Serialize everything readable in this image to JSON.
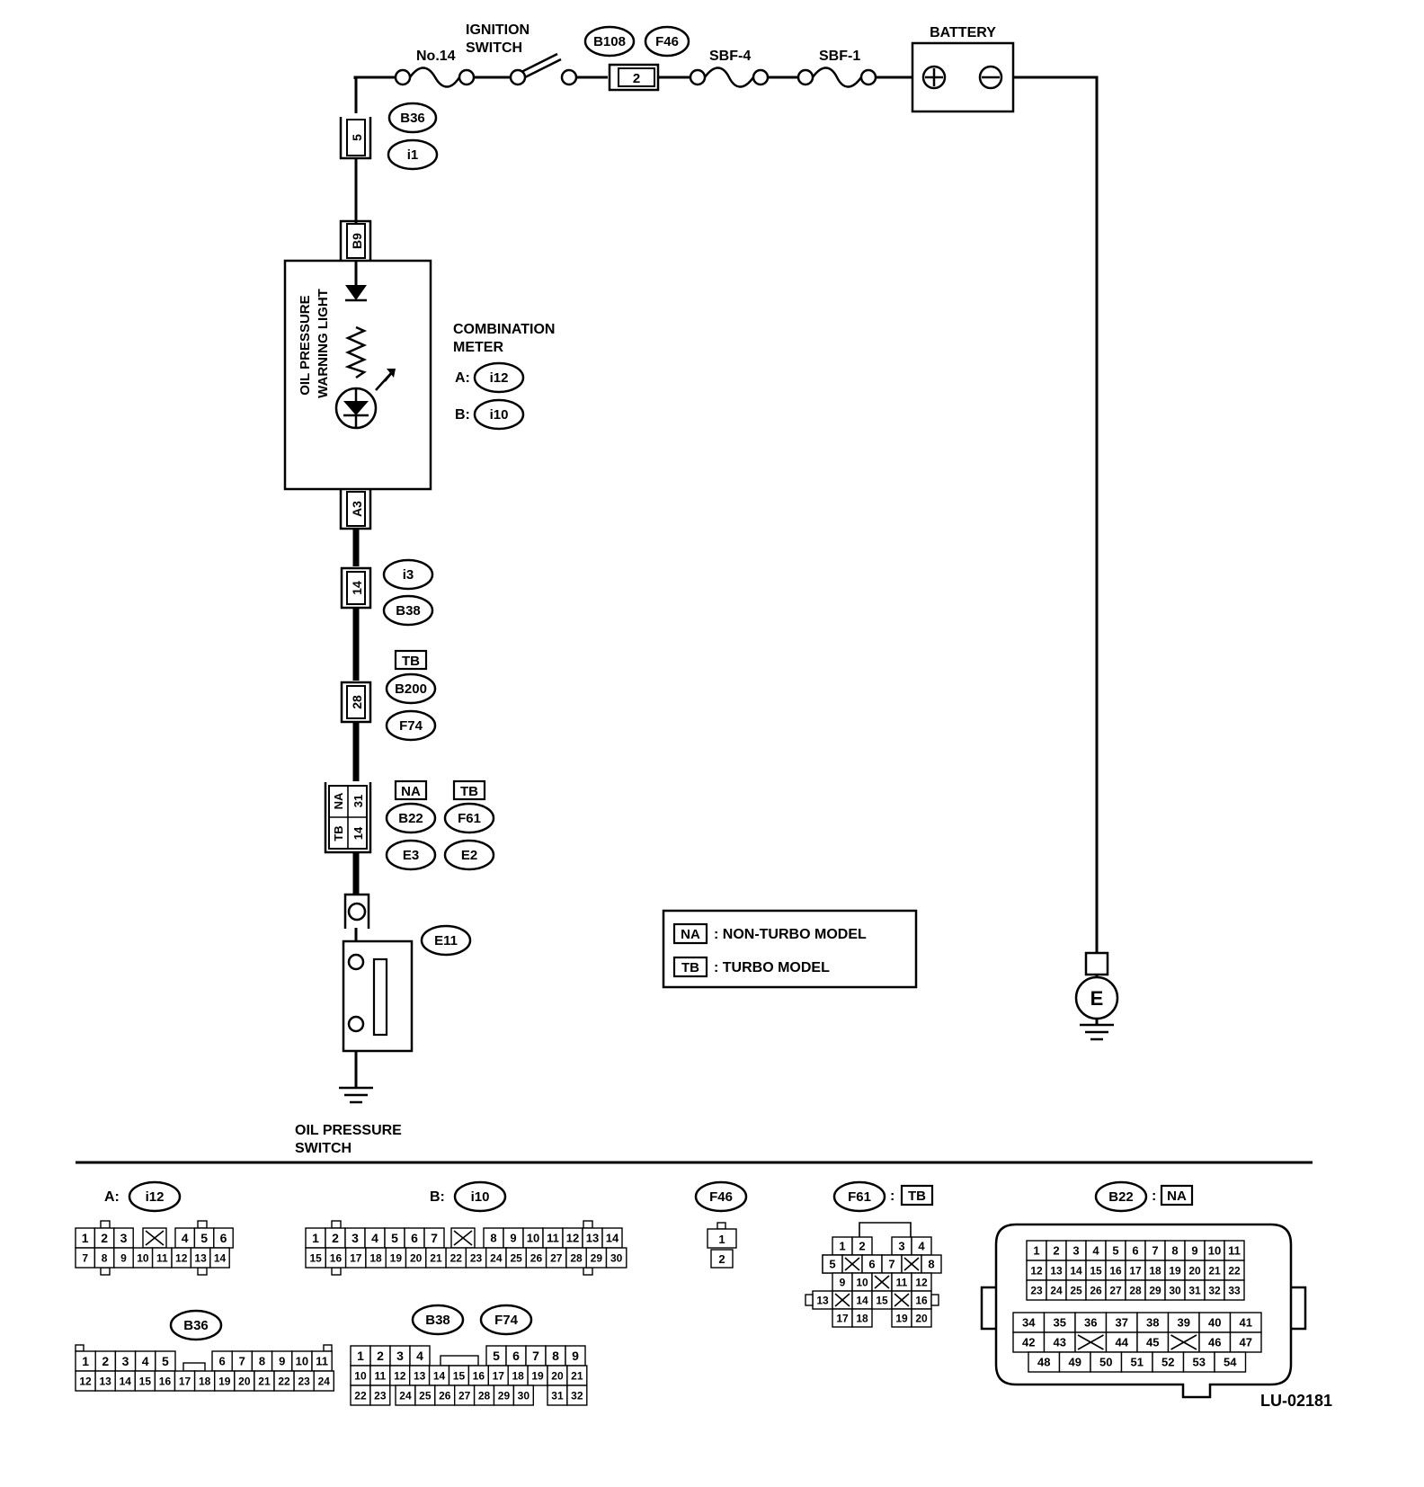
{
  "components": {
    "fuse_no14": "No.14",
    "ignition_switch": "IGNITION\nSWITCH",
    "sbf4": "SBF-4",
    "sbf1": "SBF-1",
    "battery": "BATTERY",
    "warning_light": "OIL PRESSURE\nWARNING LIGHT",
    "combination_meter": "COMBINATION\nMETER",
    "meter_a_prefix": "A:",
    "meter_b_prefix": "B:",
    "oil_pressure_switch": "OIL PRESSURE\nSWITCH",
    "ground_e": "E",
    "plus_sign": "+",
    "minus_sign": "−"
  },
  "connectors": {
    "b108": "B108",
    "f46": "F46",
    "b36": "B36",
    "i1": "i1",
    "i12": "i12",
    "i10": "i10",
    "i3": "i3",
    "b38": "B38",
    "b200": "B200",
    "f74": "F74",
    "b22": "B22",
    "f61": "F61",
    "e3": "E3",
    "e2": "E2",
    "e11": "E11"
  },
  "pins": {
    "p2": "2",
    "p5": "5",
    "pB9": "B9",
    "pA3": "A3",
    "p14": "14",
    "p28": "28",
    "pNA": "NA",
    "pTB": "TB",
    "p31": "31",
    "p14b": "14"
  },
  "tags": {
    "tb": "TB",
    "na": "NA"
  },
  "legend": {
    "na_tag": "NA",
    "na_text": ": NON-TURBO MODEL",
    "tb_tag": "TB",
    "tb_text": ": TURBO MODEL"
  },
  "connector_views": {
    "a_prefix": "A:",
    "a_name": "i12",
    "b_prefix": "B:",
    "b_name": "i10",
    "f46_name": "F46",
    "f61_name": "F61",
    "f61_tag": "TB",
    "colon": ":",
    "b22_name": "B22",
    "b22_tag": "NA",
    "b36_name": "B36",
    "b38_name": "B38",
    "f74_name": "F74"
  },
  "figure_id": "LU-02181"
}
